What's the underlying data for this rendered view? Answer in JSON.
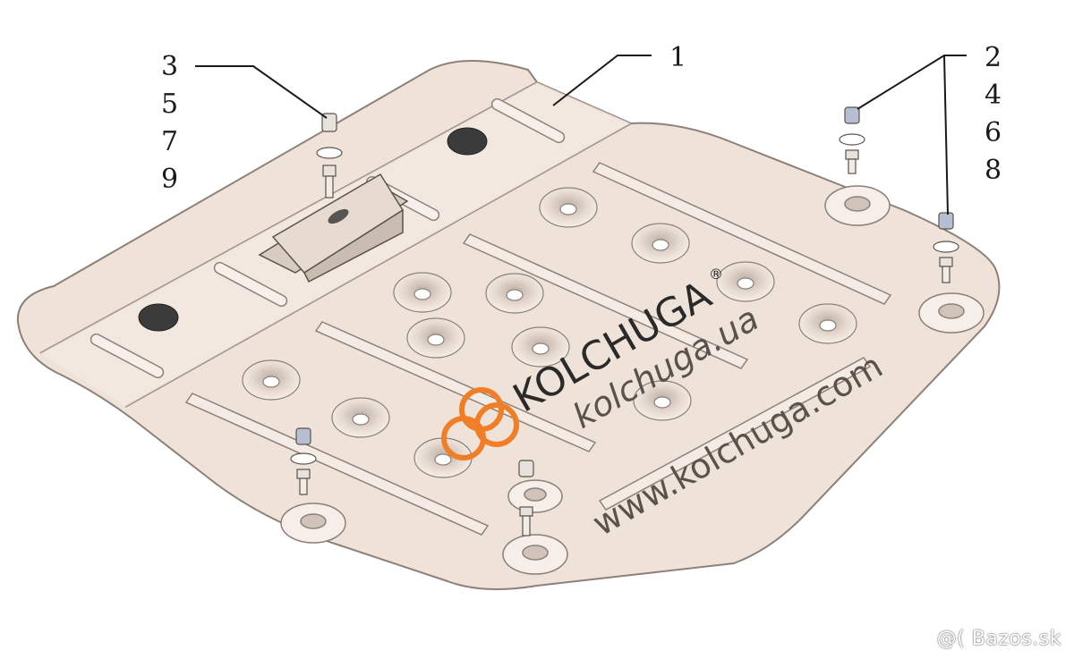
{
  "diagram": {
    "callouts": {
      "left": [
        "3",
        "5",
        "7",
        "9"
      ],
      "top_center": "1",
      "right": [
        "2",
        "4",
        "6",
        "8"
      ]
    },
    "brand": {
      "logo_text": "KOLCHUGA",
      "registered_mark": "®",
      "site_text": "kolchuga.ua",
      "url_text": "www.kolchuga.com"
    },
    "colors": {
      "plate": "#efe3d9",
      "plate_edge": "#8c8078",
      "logo": "#f07e26"
    }
  },
  "watermark": {
    "text": "@( Bazos.sk"
  }
}
